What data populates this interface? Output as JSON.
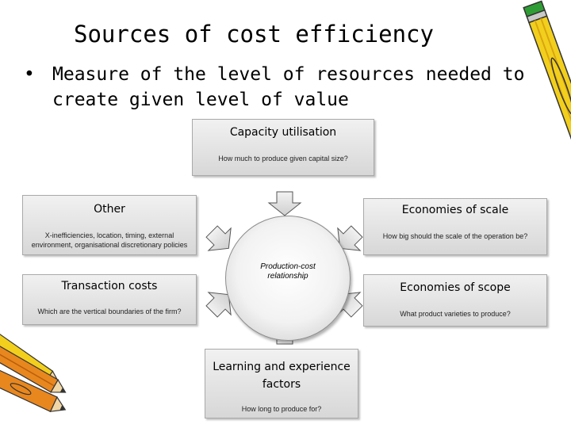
{
  "slide": {
    "title": "Sources of cost efficiency",
    "bullet": "•",
    "bullet_text": "Measure of the level of resources needed to create given level of value"
  },
  "diagram": {
    "center": "Production-cost relationship",
    "capacity": {
      "title": "Capacity utilisation",
      "text": "How much to produce given capital size?"
    },
    "other": {
      "title": "Other",
      "text": "X-inefficiencies, location, timing, external environment, organisational discretionary policies"
    },
    "scale": {
      "title": "Economies of scale",
      "text": "How big should the scale of the operation be?"
    },
    "transaction": {
      "title": "Transaction costs",
      "text": "Which are the vertical boundaries of the firm?"
    },
    "scope": {
      "title": "Economies of scope",
      "text": "What product varieties to produce?"
    },
    "learning": {
      "title": "Learning and experience factors",
      "text": "How long to produce for?"
    }
  },
  "colors": {
    "box_fill": "#e3e3e3",
    "arrow_fill": "#d9d9d9",
    "pencil_yellow": "#f2cf1d",
    "pencil_orange": "#e8871e",
    "pencil_green": "#2f9d35"
  },
  "icons": [
    "pencil-icon",
    "pencils-icon"
  ]
}
